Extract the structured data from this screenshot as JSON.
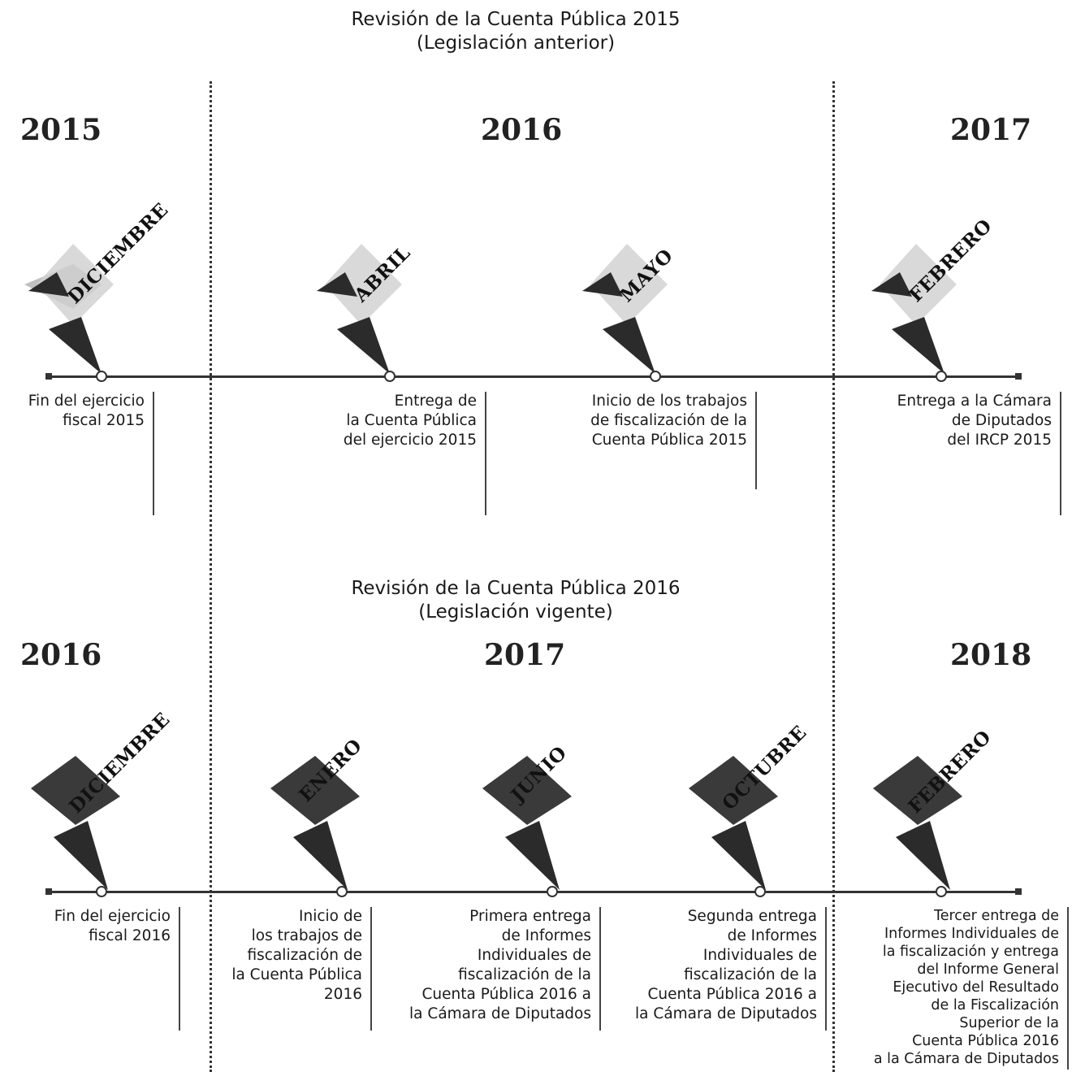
{
  "top": {
    "title_line1": "Revisión de la Cuenta Pública 2015",
    "title_line2": "(Legislación anterior)",
    "years": [
      "2015",
      "2016",
      "2017"
    ],
    "events": [
      {
        "month": "DICIEMBRE",
        "description": [
          "Fin del ejercicio",
          "fiscal 2015"
        ]
      },
      {
        "month": "ABRIL",
        "description": [
          "Entrega de",
          "la Cuenta Pública",
          "del ejercicio 2015"
        ]
      },
      {
        "month": "MAYO",
        "description": [
          "Inicio de los trabajos",
          "de fiscalización de la",
          "Cuenta Pública 2015"
        ]
      },
      {
        "month": "FEBRERO",
        "description": [
          "Entrega a la Cámara",
          "de Diputados",
          "del IRCP 2015"
        ]
      }
    ]
  },
  "bottom": {
    "title_line1": "Revisión de la Cuenta Pública 2016",
    "title_line2": "(Legislación vigente)",
    "years": [
      "2016",
      "2017",
      "2018"
    ],
    "events": [
      {
        "month": "DICIEMBRE",
        "description": [
          "Fin del ejercicio",
          "fiscal 2016"
        ]
      },
      {
        "month": "ENERO",
        "description": [
          "Inicio de",
          "los trabajos de",
          "fiscalización de",
          "la Cuenta Pública",
          "2016"
        ]
      },
      {
        "month": "JUNIO",
        "description": [
          "Primera entrega",
          "de Informes",
          "Individuales de",
          "fiscalización de la",
          "Cuenta Pública 2016 a",
          "la Cámara de Diputados"
        ]
      },
      {
        "month": "OCTUBRE",
        "description": [
          "Segunda entrega",
          "de Informes",
          "Individuales de",
          "fiscalización de la",
          "Cuenta Pública 2016 a",
          "la Cámara de Diputados"
        ]
      },
      {
        "month": "FEBRERO",
        "description": [
          "Tercer entrega de",
          "Informes Individuales de",
          "la fiscalización y entrega",
          "del Informe General",
          "Ejecutivo del Resultado",
          "de la Fiscalización",
          "Superior de la",
          "Cuenta Pública 2016",
          "a la Cámara de Diputados"
        ]
      }
    ]
  },
  "colors": {
    "ink": "#333333",
    "marker_light": "#bdbdbd",
    "marker_dark": "#2b2b2b"
  }
}
